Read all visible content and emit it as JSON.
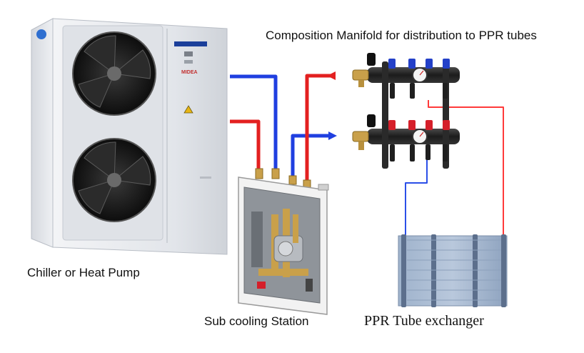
{
  "labels": {
    "manifold": "Composition Manifold for distribution to PPR tubes",
    "chiller": "Chiller or Heat Pump",
    "station": "Sub cooling Station",
    "ppr": "PPR Tube exchanger"
  },
  "unit_badge": {
    "brand_text": "MIDEA"
  },
  "colors": {
    "supply_pipe": "#1f3fe0",
    "return_pipe": "#e32020",
    "unit_body": "#e6e8ec",
    "manifold_body": "#2a2a2a",
    "valve_blue": "#2340c8",
    "valve_red": "#d51f2a",
    "brass": "#c9a04a"
  }
}
